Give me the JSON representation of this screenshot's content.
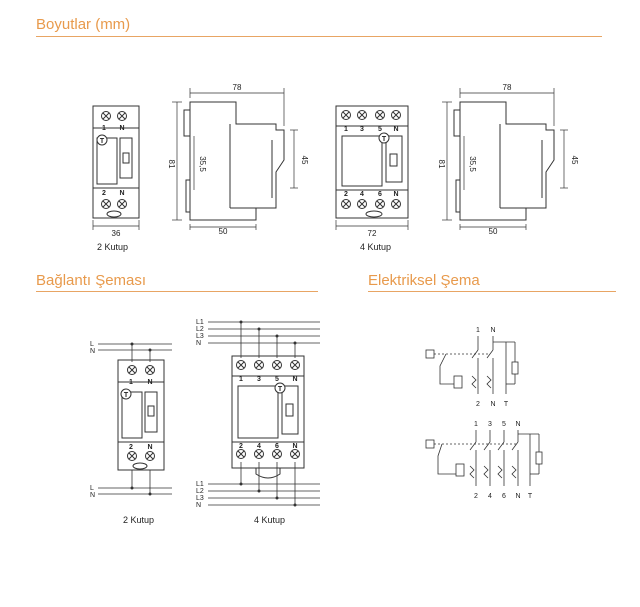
{
  "sections": {
    "dimensions_title": "Boyutlar (mm)",
    "connection_title": "Bağlantı Şeması",
    "electrical_title": "Elektriksel Şema"
  },
  "accent_color": "#e89a4c",
  "dims_2p": {
    "width": "36",
    "caption": "2 Kutup"
  },
  "side_2p": {
    "depth": "78",
    "height": "81",
    "rail": "35,5",
    "front": "45",
    "base": "50"
  },
  "dims_4p": {
    "width": "72",
    "caption": "4 Kutup"
  },
  "side_4p": {
    "depth": "78",
    "height": "81",
    "rail": "35,5",
    "front": "45",
    "base": "50"
  },
  "terminals_2p": {
    "top": [
      "1",
      "N"
    ],
    "bottom": [
      "2",
      "N"
    ],
    "test": "T"
  },
  "terminals_4p": {
    "top": [
      "1",
      "3",
      "5",
      "N"
    ],
    "bottom": [
      "2",
      "4",
      "6",
      "N"
    ],
    "test": "T"
  },
  "conn_2p": {
    "lines": [
      "L",
      "N"
    ],
    "caption": "2 Kutup"
  },
  "conn_4p": {
    "lines": [
      "L1",
      "L2",
      "L3",
      "N"
    ],
    "caption": "4 Kutup"
  },
  "elec_2p": {
    "top": [
      "1",
      "N"
    ],
    "bottom": [
      "2",
      "N",
      "T"
    ]
  },
  "elec_4p": {
    "top": [
      "1",
      "3",
      "5",
      "N"
    ],
    "bottom": [
      "2",
      "4",
      "6",
      "N",
      "T"
    ]
  }
}
